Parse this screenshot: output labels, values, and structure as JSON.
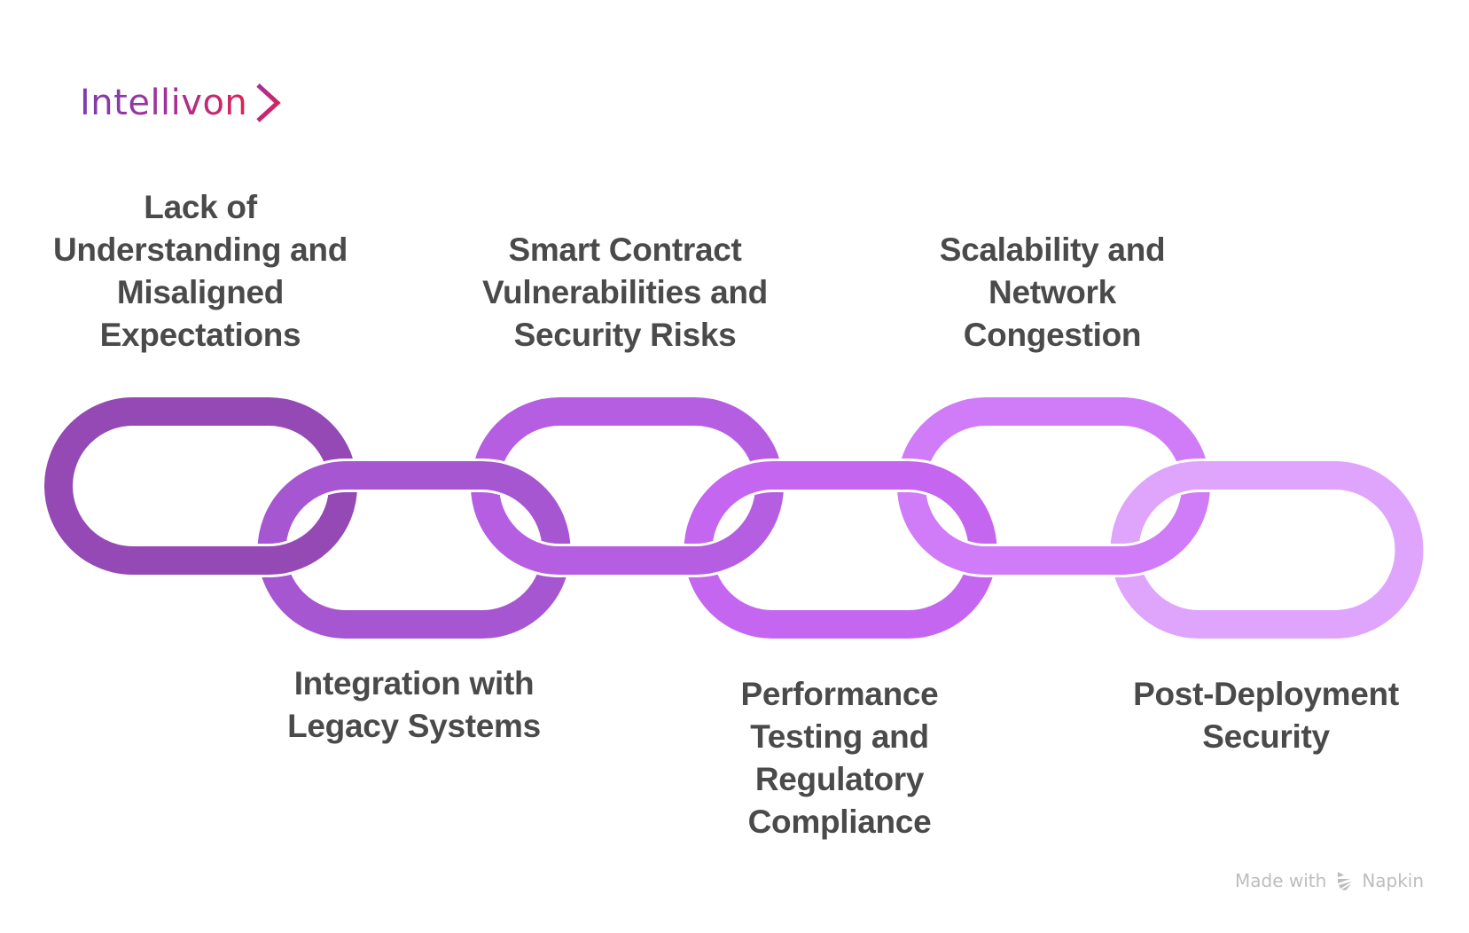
{
  "brand": {
    "name": "Intellivon",
    "gradient": [
      "#7b3fb0",
      "#a63098",
      "#e0214f"
    ],
    "icon": "chevron-right-icon"
  },
  "chain": {
    "links": [
      {
        "id": "link-1",
        "color": "#9449b5",
        "position": "top"
      },
      {
        "id": "link-2",
        "color": "#a656d1",
        "position": "bottom"
      },
      {
        "id": "link-3",
        "color": "#b55ee2",
        "position": "top"
      },
      {
        "id": "link-4",
        "color": "#c466ef",
        "position": "bottom"
      },
      {
        "id": "link-5",
        "color": "#d07bf8",
        "position": "top"
      },
      {
        "id": "link-6",
        "color": "#dfa4fb",
        "position": "bottom"
      }
    ]
  },
  "labels": [
    {
      "lines": [
        "Lack of",
        "Understanding and",
        "Misaligned",
        "Expectations"
      ]
    },
    {
      "lines": [
        "Integration with",
        "Legacy Systems"
      ]
    },
    {
      "lines": [
        "Smart Contract",
        "Vulnerabilities and",
        "Security Risks"
      ]
    },
    {
      "lines": [
        "Performance",
        "Testing and",
        "Regulatory",
        "Compliance"
      ]
    },
    {
      "lines": [
        "Scalability and",
        "Network",
        "Congestion"
      ]
    },
    {
      "lines": [
        "Post-Deployment",
        "Security"
      ]
    }
  ],
  "watermark": {
    "prefix": "Made with",
    "brand": "Napkin",
    "icon": "napkin-logo-icon",
    "color": "#bdbdbd"
  }
}
